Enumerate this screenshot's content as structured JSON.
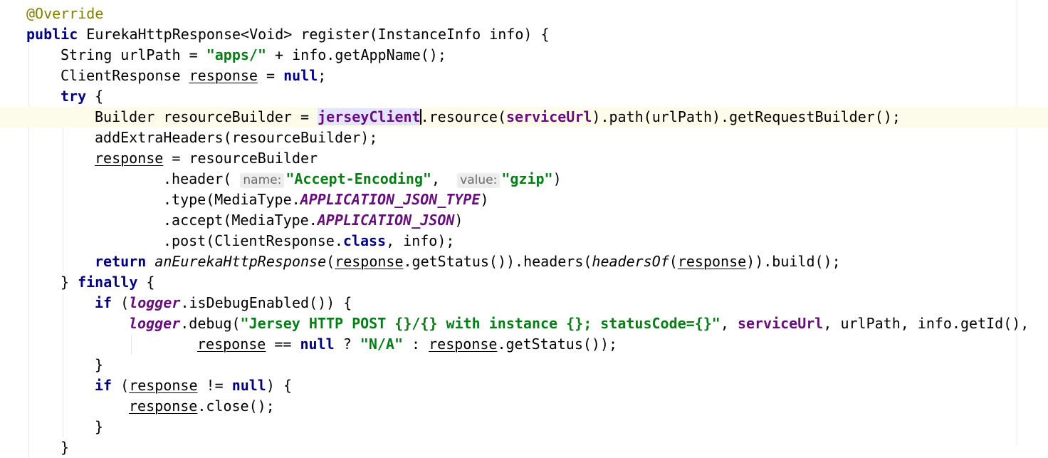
{
  "editor": {
    "lines": [
      {
        "indent": 0,
        "tokens": [
          {
            "t": "@Override",
            "c": "ann"
          }
        ]
      },
      {
        "indent": 0,
        "tokens": [
          {
            "t": "public",
            "c": "kw"
          },
          {
            "t": " EurekaHttpResponse<Void> register(InstanceInfo info) {"
          }
        ]
      },
      {
        "indent": 1,
        "tokens": [
          {
            "t": "String urlPath = "
          },
          {
            "t": "\"apps/\"",
            "c": "str"
          },
          {
            "t": " + info.getAppName();"
          }
        ]
      },
      {
        "indent": 1,
        "tokens": [
          {
            "t": "ClientResponse "
          },
          {
            "t": "response",
            "c": "underline"
          },
          {
            "t": " = "
          },
          {
            "t": "null",
            "c": "kw"
          },
          {
            "t": ";"
          }
        ]
      },
      {
        "indent": 1,
        "tokens": [
          {
            "t": "try",
            "c": "kw"
          },
          {
            "t": " {"
          }
        ]
      },
      {
        "indent": 2,
        "current": true,
        "tokens": [
          {
            "t": "Builder resourceBuilder = "
          },
          {
            "t": "jerseyClient",
            "c": "fld hl"
          },
          {
            "caret": true
          },
          {
            "t": ".resource("
          },
          {
            "t": "serviceUrl",
            "c": "fld"
          },
          {
            "t": ").path(urlPath).getRequestBuilder();"
          }
        ]
      },
      {
        "indent": 2,
        "tokens": [
          {
            "t": "addExtraHeaders(resourceBuilder);"
          }
        ]
      },
      {
        "indent": 2,
        "tokens": [
          {
            "t": "response",
            "c": "underline"
          },
          {
            "t": " = resourceBuilder"
          }
        ]
      },
      {
        "indent": 4,
        "tokens": [
          {
            "t": ".header( "
          },
          {
            "hint": "name:"
          },
          {
            "t": "\"Accept-Encoding\"",
            "c": "str"
          },
          {
            "t": ",  "
          },
          {
            "hint": "value:"
          },
          {
            "t": "\"gzip\"",
            "c": "str"
          },
          {
            "t": ")"
          }
        ]
      },
      {
        "indent": 4,
        "tokens": [
          {
            "t": ".type(MediaType."
          },
          {
            "t": "APPLICATION_JSON_TYPE",
            "c": "static"
          },
          {
            "t": ")"
          }
        ]
      },
      {
        "indent": 4,
        "tokens": [
          {
            "t": ".accept(MediaType."
          },
          {
            "t": "APPLICATION_JSON",
            "c": "static"
          },
          {
            "t": ")"
          }
        ]
      },
      {
        "indent": 4,
        "tokens": [
          {
            "t": ".post(ClientResponse."
          },
          {
            "t": "class",
            "c": "kw"
          },
          {
            "t": ", info);"
          }
        ]
      },
      {
        "indent": 2,
        "tokens": [
          {
            "t": "return",
            "c": "kw"
          },
          {
            "t": " "
          },
          {
            "t": "anEurekaHttpResponse",
            "c": "italic"
          },
          {
            "t": "("
          },
          {
            "t": "response",
            "c": "underline"
          },
          {
            "t": ".getStatus()).headers("
          },
          {
            "t": "headersOf",
            "c": "italic"
          },
          {
            "t": "("
          },
          {
            "t": "response",
            "c": "underline"
          },
          {
            "t": ")).build();"
          }
        ]
      },
      {
        "indent": 1,
        "tokens": [
          {
            "t": "} "
          },
          {
            "t": "finally",
            "c": "kw"
          },
          {
            "t": " {"
          }
        ]
      },
      {
        "indent": 2,
        "tokens": [
          {
            "t": "if",
            "c": "kw"
          },
          {
            "t": " ("
          },
          {
            "t": "logger",
            "c": "static"
          },
          {
            "t": ".isDebugEnabled()) {"
          }
        ]
      },
      {
        "indent": 3,
        "tokens": [
          {
            "t": "logger",
            "c": "static"
          },
          {
            "t": ".debug("
          },
          {
            "t": "\"Jersey HTTP POST {}/{} with instance {}; statusCode={}\"",
            "c": "str"
          },
          {
            "t": ", "
          },
          {
            "t": "serviceUrl",
            "c": "fld"
          },
          {
            "t": ", urlPath, info.getId(),"
          }
        ]
      },
      {
        "indent": 5,
        "tokens": [
          {
            "t": "response",
            "c": "underline"
          },
          {
            "t": " == "
          },
          {
            "t": "null",
            "c": "kw"
          },
          {
            "t": " ? "
          },
          {
            "t": "\"N/A\"",
            "c": "str"
          },
          {
            "t": " : "
          },
          {
            "t": "response",
            "c": "underline"
          },
          {
            "t": ".getStatus());"
          }
        ]
      },
      {
        "indent": 2,
        "tokens": [
          {
            "t": "}"
          }
        ]
      },
      {
        "indent": 2,
        "tokens": [
          {
            "t": "if",
            "c": "kw"
          },
          {
            "t": " ("
          },
          {
            "t": "response",
            "c": "underline"
          },
          {
            "t": " != "
          },
          {
            "t": "null",
            "c": "kw"
          },
          {
            "t": ") {"
          }
        ]
      },
      {
        "indent": 3,
        "tokens": [
          {
            "t": "response",
            "c": "underline"
          },
          {
            "t": ".close();"
          }
        ]
      },
      {
        "indent": 2,
        "tokens": [
          {
            "t": "}"
          }
        ]
      },
      {
        "indent": 1,
        "tokens": [
          {
            "t": "}"
          }
        ]
      }
    ]
  }
}
